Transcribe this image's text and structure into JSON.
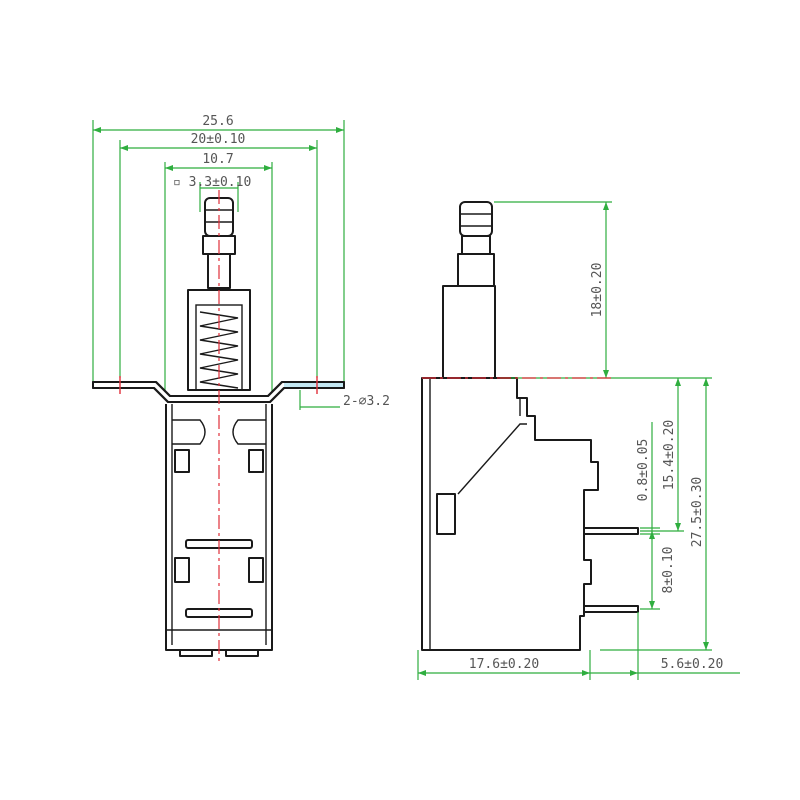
{
  "colors": {
    "outline": "#1a1a1a",
    "dimension": "#2fae3f",
    "centerline": "#e0303a",
    "text": "#555555"
  },
  "front_view": {
    "dim_overall_width": "25.6",
    "dim_mount_pitch": "20±0.10",
    "dim_body_width": "10.7",
    "dim_hole_diameter": "▫ 3.3±0.10",
    "dim_mount_holes": "2-⌀3.2"
  },
  "side_view": {
    "dim_plunger_height": "18±0.20",
    "dim_pin_thickness": "0.8±0.05",
    "dim_upper_pin": "15.4±0.20",
    "dim_total_height": "27.5±0.30",
    "dim_lower_pin": "8±0.10",
    "dim_body_depth": "17.6±0.20",
    "dim_pin_length": "5.6±0.20"
  }
}
